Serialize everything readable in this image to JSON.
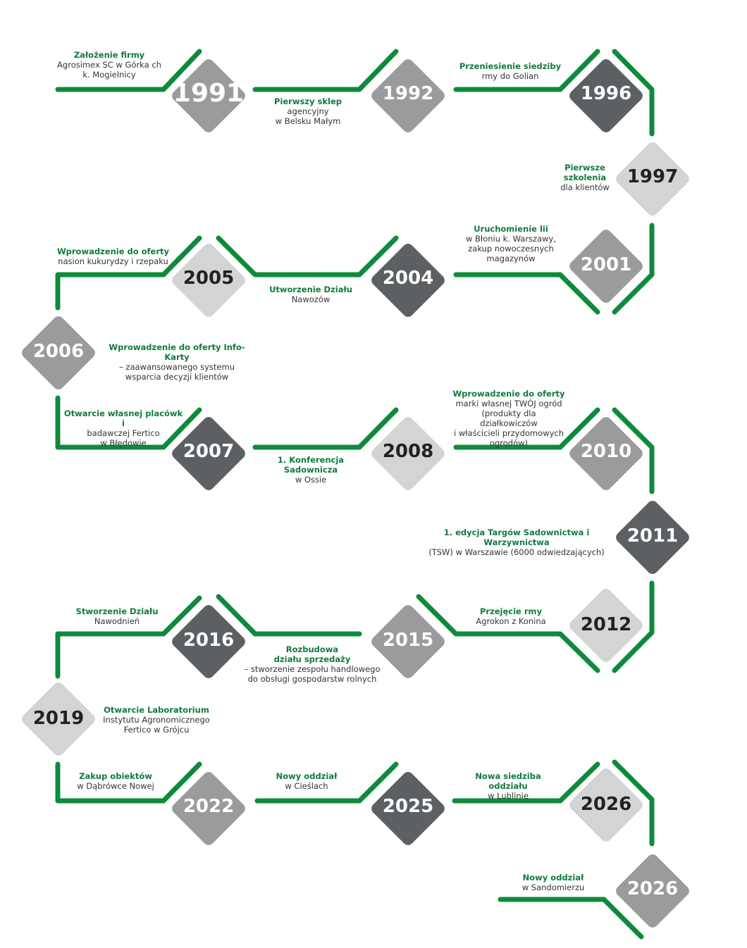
{
  "colors": {
    "line": "#0e8a3c",
    "title_text": "#117a3e",
    "body_text": "#333333",
    "diamond_dark": "#5d6062",
    "diamond_mid": "#9a9b9c",
    "diamond_light": "#d3d4d4"
  },
  "milestones": [
    {
      "year": "1991",
      "title": "Założenie firmy",
      "desc": "Agrosimex SC w Górka ch\nk. Mogielnicy",
      "tone": "mid"
    },
    {
      "year": "1992",
      "title": "Pierwszy sklep",
      "desc": "agencyjny\nw Belsku Małym",
      "tone": "mid"
    },
    {
      "year": "1996",
      "title": "Przeniesienie siedziby",
      "desc": "rmy do Golian",
      "tone": "dark"
    },
    {
      "year": "1997",
      "title": "Pierwsze\nszkolenia",
      "desc": "dla klientów",
      "tone": "light"
    },
    {
      "year": "2001",
      "title": "Uruchomienie  lii",
      "desc": "w Błoniu k. Warszawy,\nzakup nowoczesnych\nmagazynów",
      "tone": "mid"
    },
    {
      "year": "2004",
      "title": "Utworzenie Działu",
      "desc": "Nawozów",
      "tone": "dark"
    },
    {
      "year": "2005",
      "title": "Wprowadzenie do oferty",
      "desc": "nasion kukurydzy i rzepaku",
      "tone": "light"
    },
    {
      "year": "2006",
      "title": "Wprowadzenie do oferty Info-Karty",
      "desc": "– zaawansowanego systemu\nwsparcia decyzji klientów",
      "tone": "mid"
    },
    {
      "year": "2007",
      "title": "Otwarcie własnej placówk i",
      "desc": "badawczej Fertico\nw Błędowie",
      "tone": "dark"
    },
    {
      "year": "2008",
      "title": "1. Konferencja Sadownicza",
      "desc": "w Ossie",
      "tone": "light"
    },
    {
      "year": "2010",
      "title": "Wprowadzenie  do  oferty",
      "desc": "marki własnej TWÓJ ogród\n(produkty dla działkowiczów\ni właścicieli przydomowych\nogrodów)",
      "tone": "mid"
    },
    {
      "year": "2011",
      "title": "1. edycja Targów Sadownictwa i Warzywnictwa",
      "desc": "(TSW) w Warszawie (6000 odwiedzających)",
      "tone": "dark"
    },
    {
      "year": "2012",
      "title": "Przejęcie  rmy",
      "desc": "Agrokon z Konina",
      "tone": "light"
    },
    {
      "year": "2015",
      "title": "Rozbudowa\ndziału sprzedaży",
      "desc": "– stworzenie zespołu handlowego\ndo obsługi gospodarstw rolnych",
      "tone": "mid"
    },
    {
      "year": "2016",
      "title": "Stworzenie Działu",
      "desc": "Nawodnień",
      "tone": "dark"
    },
    {
      "year": "2019",
      "title": "Otwarcie Laboratorium",
      "desc": "Instytutu Agronomicznego\nFertico w Grójcu",
      "tone": "light"
    },
    {
      "year": "2022",
      "title": "Zakup obiektów",
      "desc": "w Dąbrówce Nowej",
      "tone": "mid"
    },
    {
      "year": "2025",
      "title": "Nowy oddział",
      "desc": "w Cieślach",
      "tone": "dark"
    },
    {
      "year": "2026",
      "title": "Nowa siedziba oddziału",
      "desc": "w Lublinie",
      "tone": "light"
    },
    {
      "year": "2026",
      "title": "Nowy oddział",
      "desc": "w Sandomierzu",
      "tone": "mid"
    }
  ]
}
